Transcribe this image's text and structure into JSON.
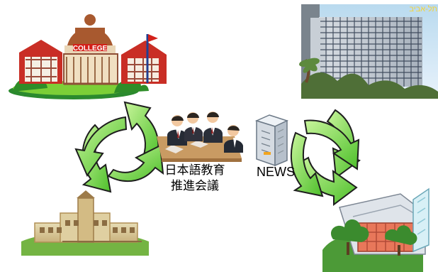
{
  "scene": {
    "college_sign": "COLLEGE",
    "meeting_label_line1": "日本語教育",
    "meeting_label_line2": "推進会議",
    "news_label": "NEWS",
    "building_sign_hebrew": "תל-אביב"
  },
  "icons": [
    "college-building-icon",
    "office-tower-photo",
    "meeting-group-icon",
    "news-server-icon",
    "university-building-icon",
    "school-building-icon",
    "cycle-arrows-left",
    "cycle-arrows-right"
  ],
  "colors": {
    "arrow_green": "#7ed957",
    "arrow_dark": "#202020",
    "sign_red": "#d31f18",
    "grass_green": "#69b62f",
    "sky_blue": "#9ec8e8"
  }
}
